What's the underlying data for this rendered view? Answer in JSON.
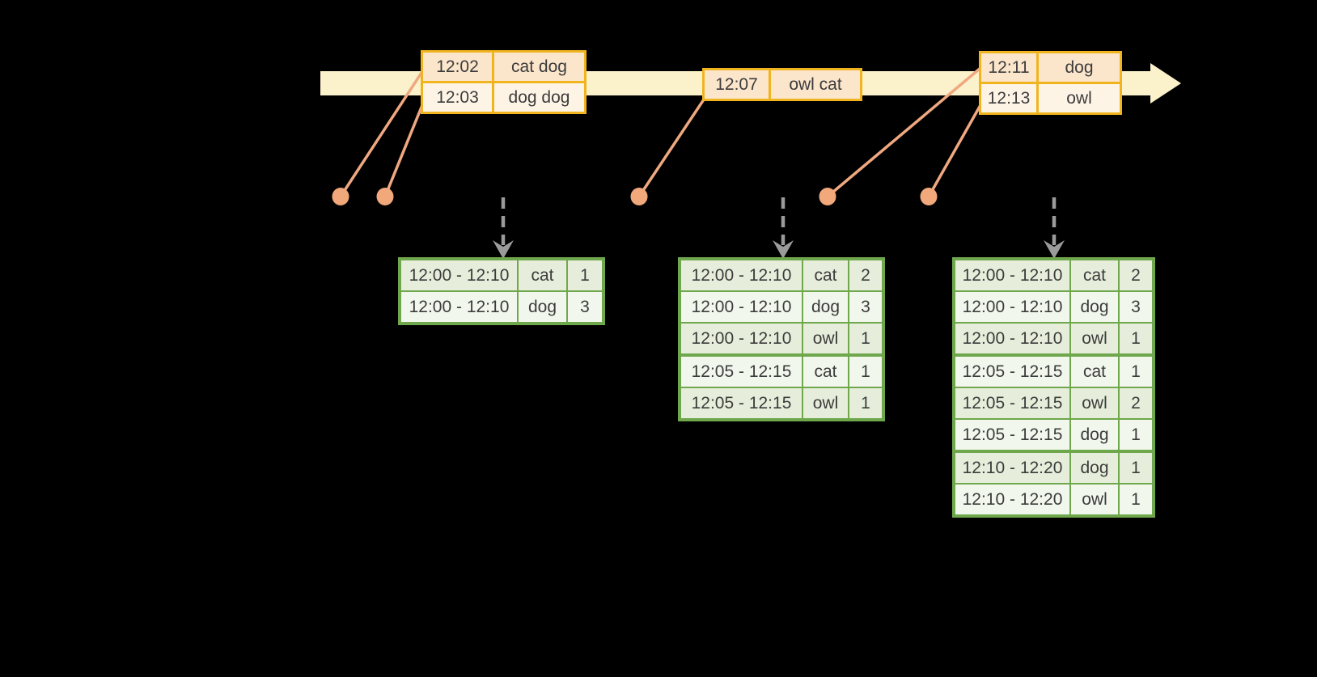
{
  "canvas": {
    "background": "#000000"
  },
  "colors": {
    "timeline_band": "#FBF1CB",
    "event_table_border": "#F0B41E",
    "event_row_fill_dark": "#FBE5CB",
    "event_row_fill_light": "#FDF4E6",
    "event_dot": "#F1A87B",
    "connector_line": "#EFA880",
    "trigger_arrow": "#9B9B9B",
    "result_table_border": "#6FA84C",
    "result_row_fill_dark": "#E6EEDB",
    "result_row_fill_light": "#F2F7ED",
    "text": "#3C3C3C"
  },
  "icons": {
    "timeline_arrowhead": "right-arrow",
    "trigger_arrow": "dashed-down-arrow",
    "event_marker": "dot"
  },
  "timeline": {
    "event_dot_count": 5,
    "event_tables": [
      {
        "rows": [
          [
            "12:02",
            "cat dog"
          ],
          [
            "12:03",
            "dog dog"
          ]
        ]
      },
      {
        "rows": [
          [
            "12:07",
            "owl cat"
          ]
        ]
      },
      {
        "rows": [
          [
            "12:11",
            "dog"
          ],
          [
            "12:13",
            "owl"
          ]
        ]
      }
    ]
  },
  "result_tables": [
    {
      "group_starts": [],
      "rows": [
        [
          "12:00 - 12:10",
          "cat",
          "1"
        ],
        [
          "12:00 - 12:10",
          "dog",
          "3"
        ]
      ]
    },
    {
      "group_starts": [
        3
      ],
      "rows": [
        [
          "12:00 - 12:10",
          "cat",
          "2"
        ],
        [
          "12:00 - 12:10",
          "dog",
          "3"
        ],
        [
          "12:00 - 12:10",
          "owl",
          "1"
        ],
        [
          "12:05 - 12:15",
          "cat",
          "1"
        ],
        [
          "12:05 - 12:15",
          "owl",
          "1"
        ]
      ]
    },
    {
      "group_starts": [
        3,
        6
      ],
      "rows": [
        [
          "12:00 - 12:10",
          "cat",
          "2"
        ],
        [
          "12:00 - 12:10",
          "dog",
          "3"
        ],
        [
          "12:00 - 12:10",
          "owl",
          "1"
        ],
        [
          "12:05 - 12:15",
          "cat",
          "1"
        ],
        [
          "12:05 - 12:15",
          "owl",
          "2"
        ],
        [
          "12:05 - 12:15",
          "dog",
          "1"
        ],
        [
          "12:10 - 12:20",
          "dog",
          "1"
        ],
        [
          "12:10 - 12:20",
          "owl",
          "1"
        ]
      ]
    }
  ]
}
